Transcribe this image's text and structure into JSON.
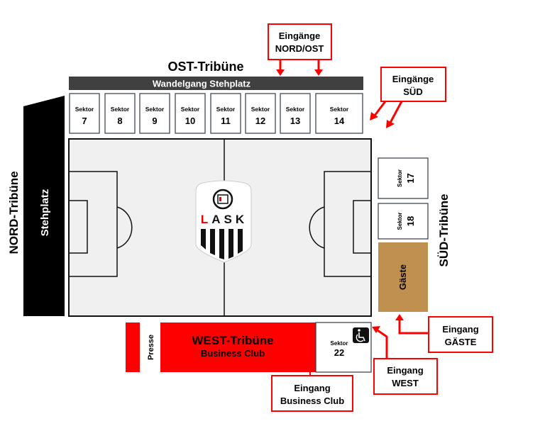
{
  "ost": {
    "title": "OST-Tribüne",
    "wandelgang": "Wandelgang Stehplatz",
    "sectors": [
      {
        "label": "Sektor",
        "number": "7"
      },
      {
        "label": "Sektor",
        "number": "8"
      },
      {
        "label": "Sektor",
        "number": "9"
      },
      {
        "label": "Sektor",
        "number": "10"
      },
      {
        "label": "Sektor",
        "number": "11"
      },
      {
        "label": "Sektor",
        "number": "12"
      },
      {
        "label": "Sektor",
        "number": "13"
      },
      {
        "label": "Sektor",
        "number": "14"
      }
    ]
  },
  "nord": {
    "title": "NORD-Tribüne",
    "stand": "Stehplatz"
  },
  "sued": {
    "title": "SÜD-Tribüne",
    "sectors": [
      {
        "label": "Sektor",
        "number": "17"
      },
      {
        "label": "Sektor",
        "number": "18"
      }
    ],
    "guests": "Gäste"
  },
  "west": {
    "title": "WEST-Tribüne",
    "subtitle": "Business Club",
    "press": "Presse",
    "sector": {
      "label": "Sektor",
      "number": "22"
    },
    "accessibility_icon": "wheelchair-icon"
  },
  "logo": {
    "text": "LASK"
  },
  "entrances": {
    "nord_ost": [
      "Eingänge",
      "NORD/OST"
    ],
    "sued": [
      "Eingänge",
      "SÜD"
    ],
    "gaeste": [
      "Eingang",
      "GÄSTE"
    ],
    "west": [
      "Eingang",
      "WEST"
    ],
    "business": [
      "Eingang",
      "Business Club"
    ]
  },
  "colors": {
    "west": "#ff0000",
    "guests": "#c0904f",
    "nord": "#000000",
    "wandelgang": "#404040",
    "field": "#f0f0f0",
    "entrance": "#ff0000"
  }
}
